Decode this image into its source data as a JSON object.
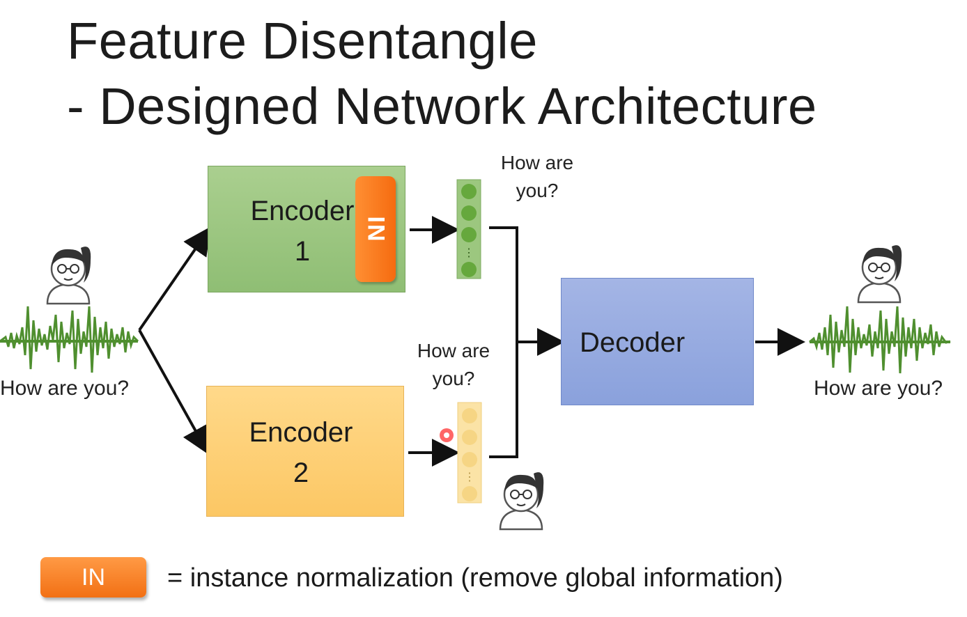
{
  "title": {
    "line1": "Feature Disentangle",
    "line2": "- Designed Network Architecture"
  },
  "encoder1": {
    "label": "Encoder",
    "number": "1",
    "tab": "IN"
  },
  "encoder2": {
    "label": "Encoder",
    "number": "2"
  },
  "decoder": {
    "label": "Decoder"
  },
  "input_caption": "How are you?",
  "output_caption": "How are you?",
  "content_caption": {
    "line1": "How are",
    "line2": "you?"
  },
  "speaker_caption": {
    "line1": "How are",
    "line2": "you?"
  },
  "legend": {
    "key": "IN",
    "text": "= instance normalization  (remove global information)"
  },
  "colors": {
    "encoder1": "#9dc782",
    "encoder2": "#fdd27a",
    "decoder": "#8fa5dd",
    "in_tab": "#f5751a",
    "waveform": "#4f8f2f"
  }
}
